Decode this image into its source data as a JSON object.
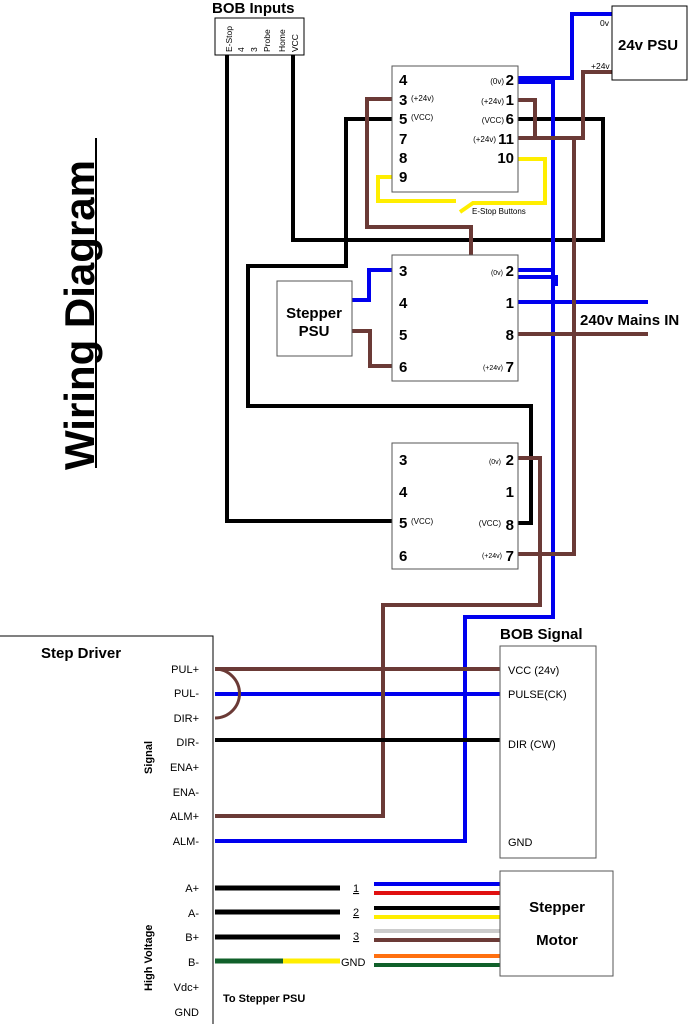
{
  "title": "Wiring Diagram",
  "colors": {
    "black": "#000000",
    "blue": "#0000ee",
    "brown": "#6b3a36",
    "yellow": "#ffff00",
    "red": "#e01010",
    "grey": "#cccccc",
    "orange": "#ff7010",
    "green": "#10602a"
  },
  "bob_inputs": {
    "title": "BOB Inputs",
    "pins": [
      "E-Stop",
      "4",
      "3",
      "Probe",
      "Home",
      "VCC"
    ]
  },
  "psu24": {
    "title": "24v PSU",
    "terminal_0v": "0v",
    "terminal_24v": "+24v"
  },
  "relay1": {
    "left": [
      {
        "num": "4",
        "note": ""
      },
      {
        "num": "3",
        "note": "(+24v)"
      },
      {
        "num": "5",
        "note": "(VCC)"
      },
      {
        "num": "7",
        "note": ""
      },
      {
        "num": "8",
        "note": ""
      },
      {
        "num": "9",
        "note": ""
      }
    ],
    "right": [
      {
        "num": "2",
        "note": "(0v)"
      },
      {
        "num": "1",
        "note": "(+24v)"
      },
      {
        "num": "6",
        "note": "(VCC)"
      },
      {
        "num": "11",
        "note": "(+24v)"
      },
      {
        "num": "10",
        "note": ""
      }
    ]
  },
  "estop_label": "E-Stop Buttons",
  "stepper_psu": {
    "line1": "Stepper",
    "line2": "PSU"
  },
  "relay2": {
    "left": [
      {
        "num": "3",
        "note": ""
      },
      {
        "num": "4",
        "note": ""
      },
      {
        "num": "5",
        "note": ""
      },
      {
        "num": "6",
        "note": ""
      }
    ],
    "right": [
      {
        "num": "2",
        "note": "(0v)"
      },
      {
        "num": "1",
        "note": ""
      },
      {
        "num": "8",
        "note": ""
      },
      {
        "num": "7",
        "note": "(+24v)"
      }
    ]
  },
  "mains_label": "240v Mains IN",
  "relay3": {
    "left": [
      {
        "num": "3",
        "note": ""
      },
      {
        "num": "4",
        "note": ""
      },
      {
        "num": "5",
        "note": "(VCC)"
      },
      {
        "num": "6",
        "note": ""
      }
    ],
    "right": [
      {
        "num": "2",
        "note": "(0v)"
      },
      {
        "num": "1",
        "note": ""
      },
      {
        "num": "8",
        "note": "(VCC)"
      },
      {
        "num": "7",
        "note": "(+24v)"
      }
    ]
  },
  "step_driver": {
    "title": "Step Driver",
    "signal_group": "Signal",
    "signal_pins": [
      "PUL+",
      "PUL-",
      "DIR+",
      "DIR-",
      "ENA+",
      "ENA-",
      "ALM+",
      "ALM-"
    ],
    "hv_group": "High Voltage",
    "hv_pins": [
      "A+",
      "A-",
      "B+",
      "B-",
      "Vdc+",
      "GND"
    ],
    "to_psu": "To Stepper PSU"
  },
  "bob_signal": {
    "title": "BOB Signal",
    "pins": [
      "VCC (24v)",
      "PULSE(CK)",
      "DIR (CW)",
      "GND"
    ]
  },
  "motor": {
    "line1": "Stepper",
    "line2": "Motor",
    "pairs": [
      "1",
      "2",
      "3",
      "GND"
    ]
  }
}
